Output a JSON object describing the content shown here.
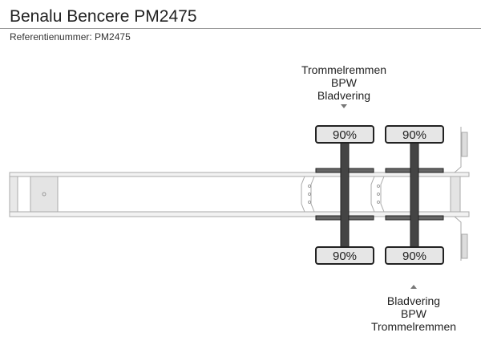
{
  "title": "Benalu Bencere PM2475",
  "reference": "Referentienummer: PM2475",
  "top_label": [
    "Trommelremmen",
    "BPW",
    "Bladvering"
  ],
  "bottom_label": [
    "Bladvering",
    "BPW",
    "Trommelremmen"
  ],
  "axles": [
    {
      "top": "90%",
      "bottom": "90%"
    },
    {
      "top": "90%",
      "bottom": "90%"
    }
  ]
}
